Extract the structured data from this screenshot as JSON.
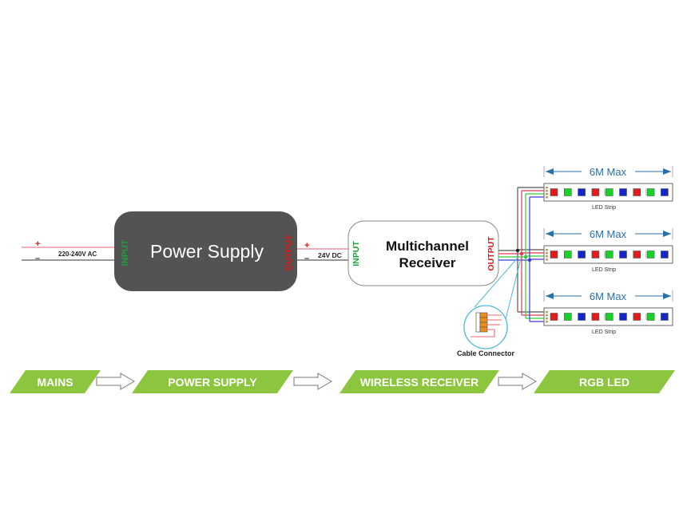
{
  "mains": {
    "plus": "+",
    "minus": "–",
    "voltage_label": "220-240V AC"
  },
  "power_supply": {
    "title": "Power Supply",
    "input_label": "INPUT",
    "output_label": "OUTPUT"
  },
  "dc_link": {
    "plus": "+",
    "minus": "–",
    "voltage_label": "24V DC"
  },
  "receiver": {
    "title_line1": "Multichannel",
    "title_line2": "Receiver",
    "input_label": "INPUT",
    "output_label": "OUTPUT"
  },
  "led_strips": [
    {
      "length_label": "6M Max",
      "name": "LED Strip",
      "leds": [
        "red",
        "green",
        "blue",
        "red",
        "green",
        "blue",
        "red",
        "green",
        "blue"
      ]
    },
    {
      "length_label": "6M Max",
      "name": "LED Strip",
      "leds": [
        "red",
        "green",
        "blue",
        "red",
        "green",
        "blue",
        "red",
        "green",
        "blue"
      ]
    },
    {
      "length_label": "6M Max",
      "name": "LED Strip",
      "leds": [
        "red",
        "green",
        "blue",
        "red",
        "green",
        "blue",
        "red",
        "green",
        "blue"
      ]
    }
  ],
  "cable_connector": {
    "label": "Cable Connector"
  },
  "flow": {
    "steps": [
      {
        "label": "MAINS"
      },
      {
        "label": "POWER SUPPLY"
      },
      {
        "label": "WIRELESS RECEIVER"
      },
      {
        "label": "RGB LED"
      }
    ]
  },
  "colors": {
    "wire_positive": "#e0394a",
    "wire_negative": "#555555",
    "wire_green": "#2ecc40",
    "wire_blue": "#3a3adc",
    "input_label": "#1e9e3a",
    "output_label": "#d81a1a",
    "power_supply_fill": "#535353",
    "banner_green": "#8cc63f",
    "dimension_blue": "#2a6fa8",
    "callout_cyan": "#4fb8d9",
    "connector_orange": "#f08c1a",
    "led_red": "#e31b1b",
    "led_green": "#19d12a",
    "led_blue": "#1426c8"
  }
}
